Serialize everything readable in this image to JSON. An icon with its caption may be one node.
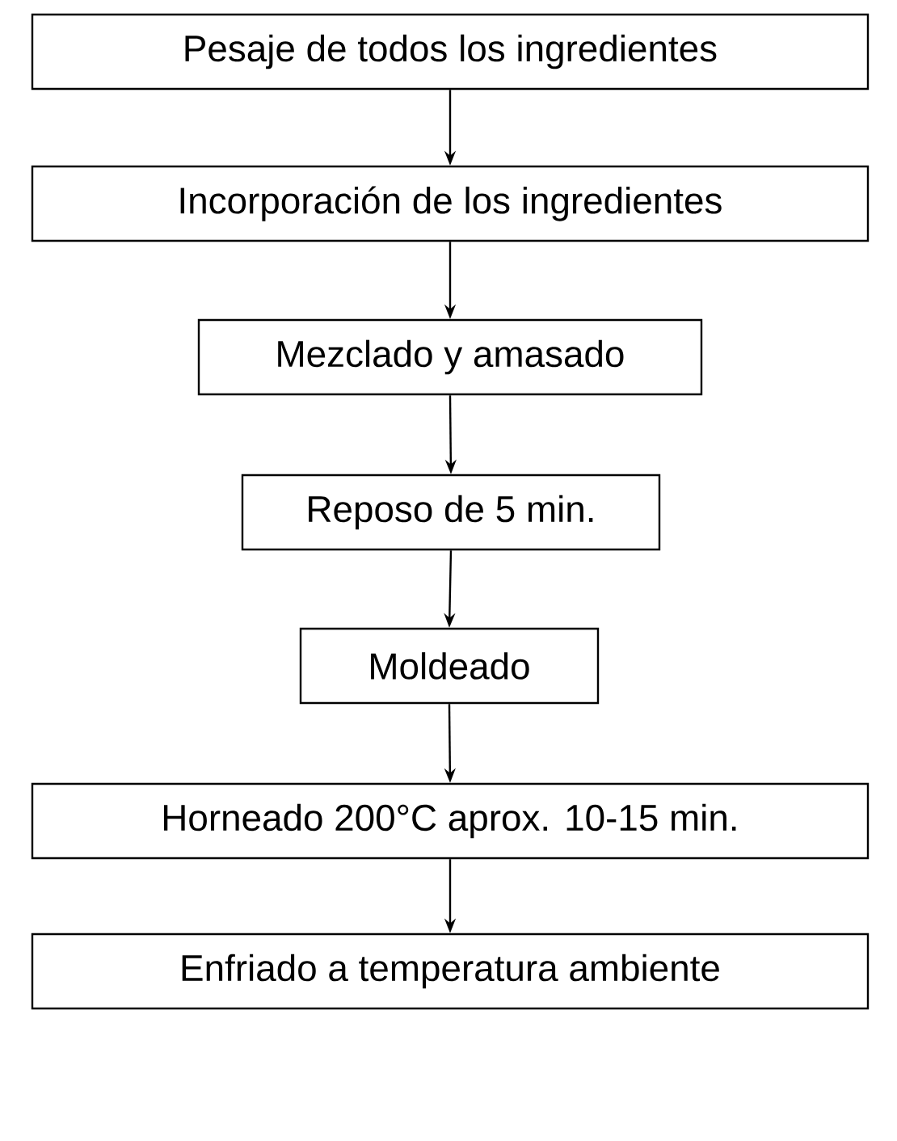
{
  "diagram": {
    "nodes": [
      {
        "text": [
          "Pesaje de todos los ingredientes"
        ]
      },
      {
        "text": [
          "Incorporación de los ingredientes"
        ]
      },
      {
        "text": [
          "Mezclado y amasado"
        ]
      },
      {
        "text": [
          "Reposo de 5 min."
        ]
      },
      {
        "text": [
          "Moldeado"
        ]
      },
      {
        "text": [
          "Horneado 200°C aprox. 10-15 min."
        ]
      },
      {
        "text": [
          "Enfriado a temperatura ambiente"
        ]
      }
    ],
    "edges": [
      {
        "from": 0,
        "to": 1,
        "arrow": "to"
      },
      {
        "from": 1,
        "to": 2,
        "arrow": "to"
      },
      {
        "from": 2,
        "to": 3,
        "arrow": "to"
      },
      {
        "from": 3,
        "to": 4,
        "arrow": "to"
      },
      {
        "from": 4,
        "to": 5,
        "arrow": "to"
      },
      {
        "from": 5,
        "to": 6,
        "arrow": "to"
      }
    ]
  }
}
